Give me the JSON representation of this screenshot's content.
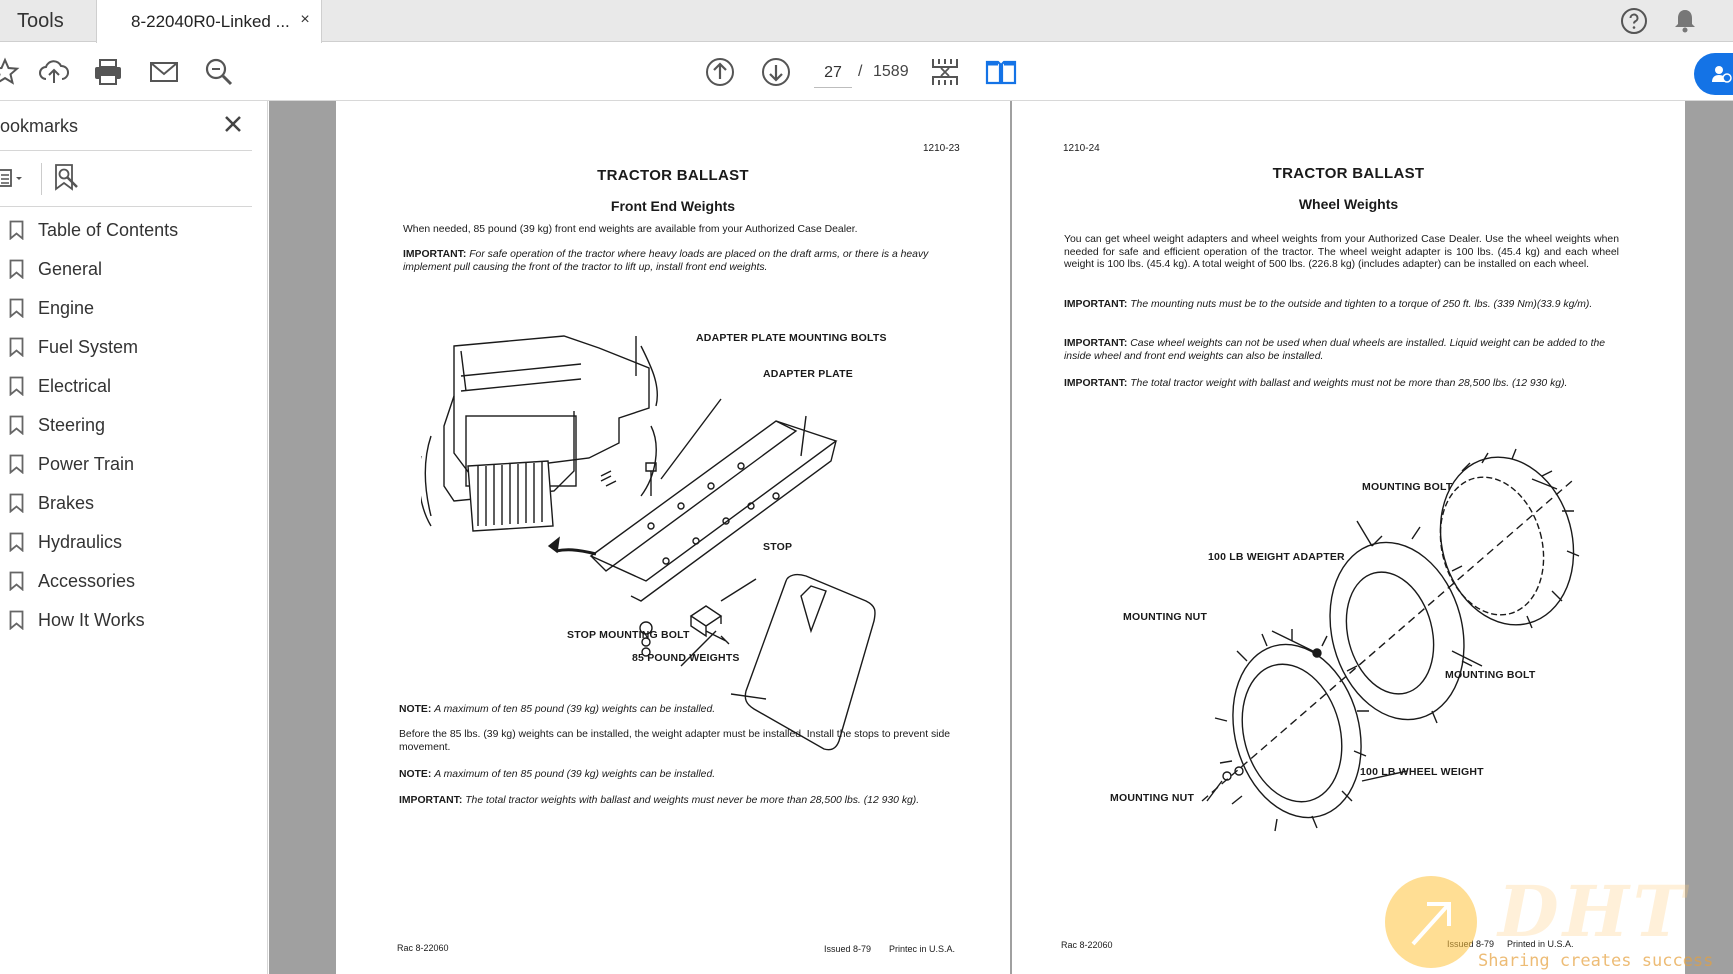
{
  "tabs": {
    "tools_label": "Tools",
    "document_label": "8-22040R0-Linked ...",
    "close_symbol": "×"
  },
  "header_icons": [
    "help-icon",
    "bell-icon"
  ],
  "toolbar": {
    "icons": [
      "bookmark-star-icon",
      "upload-cloud-icon",
      "print-icon",
      "email-icon",
      "zoom-search-icon",
      "previous-page-icon",
      "next-page-icon",
      "fit-page-icon",
      "two-page-view-icon",
      "share-user-icon"
    ],
    "current_page": "27",
    "page_separator": "/",
    "total_pages": "1589"
  },
  "sidebar": {
    "title": "ookmarks",
    "items": [
      {
        "label": "Table of Contents"
      },
      {
        "label": "General"
      },
      {
        "label": "Engine"
      },
      {
        "label": "Fuel System"
      },
      {
        "label": "Electrical"
      },
      {
        "label": "Steering"
      },
      {
        "label": "Power Train"
      },
      {
        "label": "Brakes"
      },
      {
        "label": "Hydraulics"
      },
      {
        "label": "Accessories"
      },
      {
        "label": "How It Works"
      }
    ]
  },
  "left_page": {
    "page_number": "1210-23",
    "title": "TRACTOR BALLAST",
    "subtitle": "Front End Weights",
    "intro": "When needed, 85 pound (39 kg) front end weights are available from your Authorized Case Dealer.",
    "important1_label": "IMPORTANT:",
    "important1_text": "For safe operation of the tractor where heavy loads are placed on the draft arms, or there is a heavy implement pull causing the front of the tractor to lift up, install front end weights.",
    "callouts": {
      "adapter_bolts": "ADAPTER PLATE MOUNTING BOLTS",
      "adapter_plate": "ADAPTER PLATE",
      "stop": "STOP",
      "stop_bolt": "STOP MOUNTING BOLT",
      "weights": "85 POUND WEIGHTS"
    },
    "note1_label": "NOTE:",
    "note1_text": "A maximum of ten 85 pound (39 kg) weights can be installed.",
    "before_text": "Before the 85 lbs. (39 kg) weights can be installed, the weight adapter must be installed. Install the stops to prevent side movement.",
    "note2_label": "NOTE:",
    "note2_text": "A maximum of ten 85 pound (39 kg) weights can be installed.",
    "important2_label": "IMPORTANT:",
    "important2_text": "The total tractor weights with ballast and weights must never be more than 28,500 lbs. (12 930 kg).",
    "footer_left": "Rac 8-22060",
    "footer_issued": "Issued 8-79",
    "footer_printed": "Printec in U.S.A."
  },
  "right_page": {
    "page_number": "1210-24",
    "title": "TRACTOR BALLAST",
    "subtitle": "Wheel Weights",
    "intro": "You can get wheel weight adapters and wheel weights from your Authorized Case Dealer. Use the wheel weights when needed for safe and efficient operation of the tractor. The wheel weight adapter is 100 lbs. (45.4 kg) and each wheel weight is 100 lbs. (45.4 kg). A total weight of 500 lbs. (226.8 kg) (includes adapter) can be installed on each wheel.",
    "important1_label": "IMPORTANT:",
    "important1_text": "The mounting nuts must be to the outside and tighten to a torque of 250 ft. lbs. (339 Nm)(33.9 kg/m).",
    "important2_label": "IMPORTANT:",
    "important2_text": "Case wheel weights can not be used when dual wheels are installed. Liquid weight can be added to the inside wheel and front end weights can also be installed.",
    "important3_label": "IMPORTANT:",
    "important3_text": "The total tractor weight with ballast and weights must not be more than 28,500 lbs. (12 930 kg).",
    "callouts": {
      "mounting_bolt_top": "MOUNTING BOLT",
      "weight_adapter": "100 LB WEIGHT ADAPTER",
      "mounting_nut_mid": "MOUNTING NUT",
      "mounting_bolt_right": "MOUNTING BOLT",
      "wheel_weight": "100 LB WHEEL WEIGHT",
      "mounting_nut_bottom": "MOUNTING NUT"
    },
    "footer_left": "Rac 8-22060",
    "footer_issued": "Issued 8-79",
    "footer_printed": "Printed in U.S.A."
  },
  "watermark": {
    "logo_text": "DHT",
    "slogan": "Sharing creates success"
  },
  "colors": {
    "accent": "#1473e6",
    "icon": "#555555",
    "page_gutter": "#a0a0a0"
  }
}
